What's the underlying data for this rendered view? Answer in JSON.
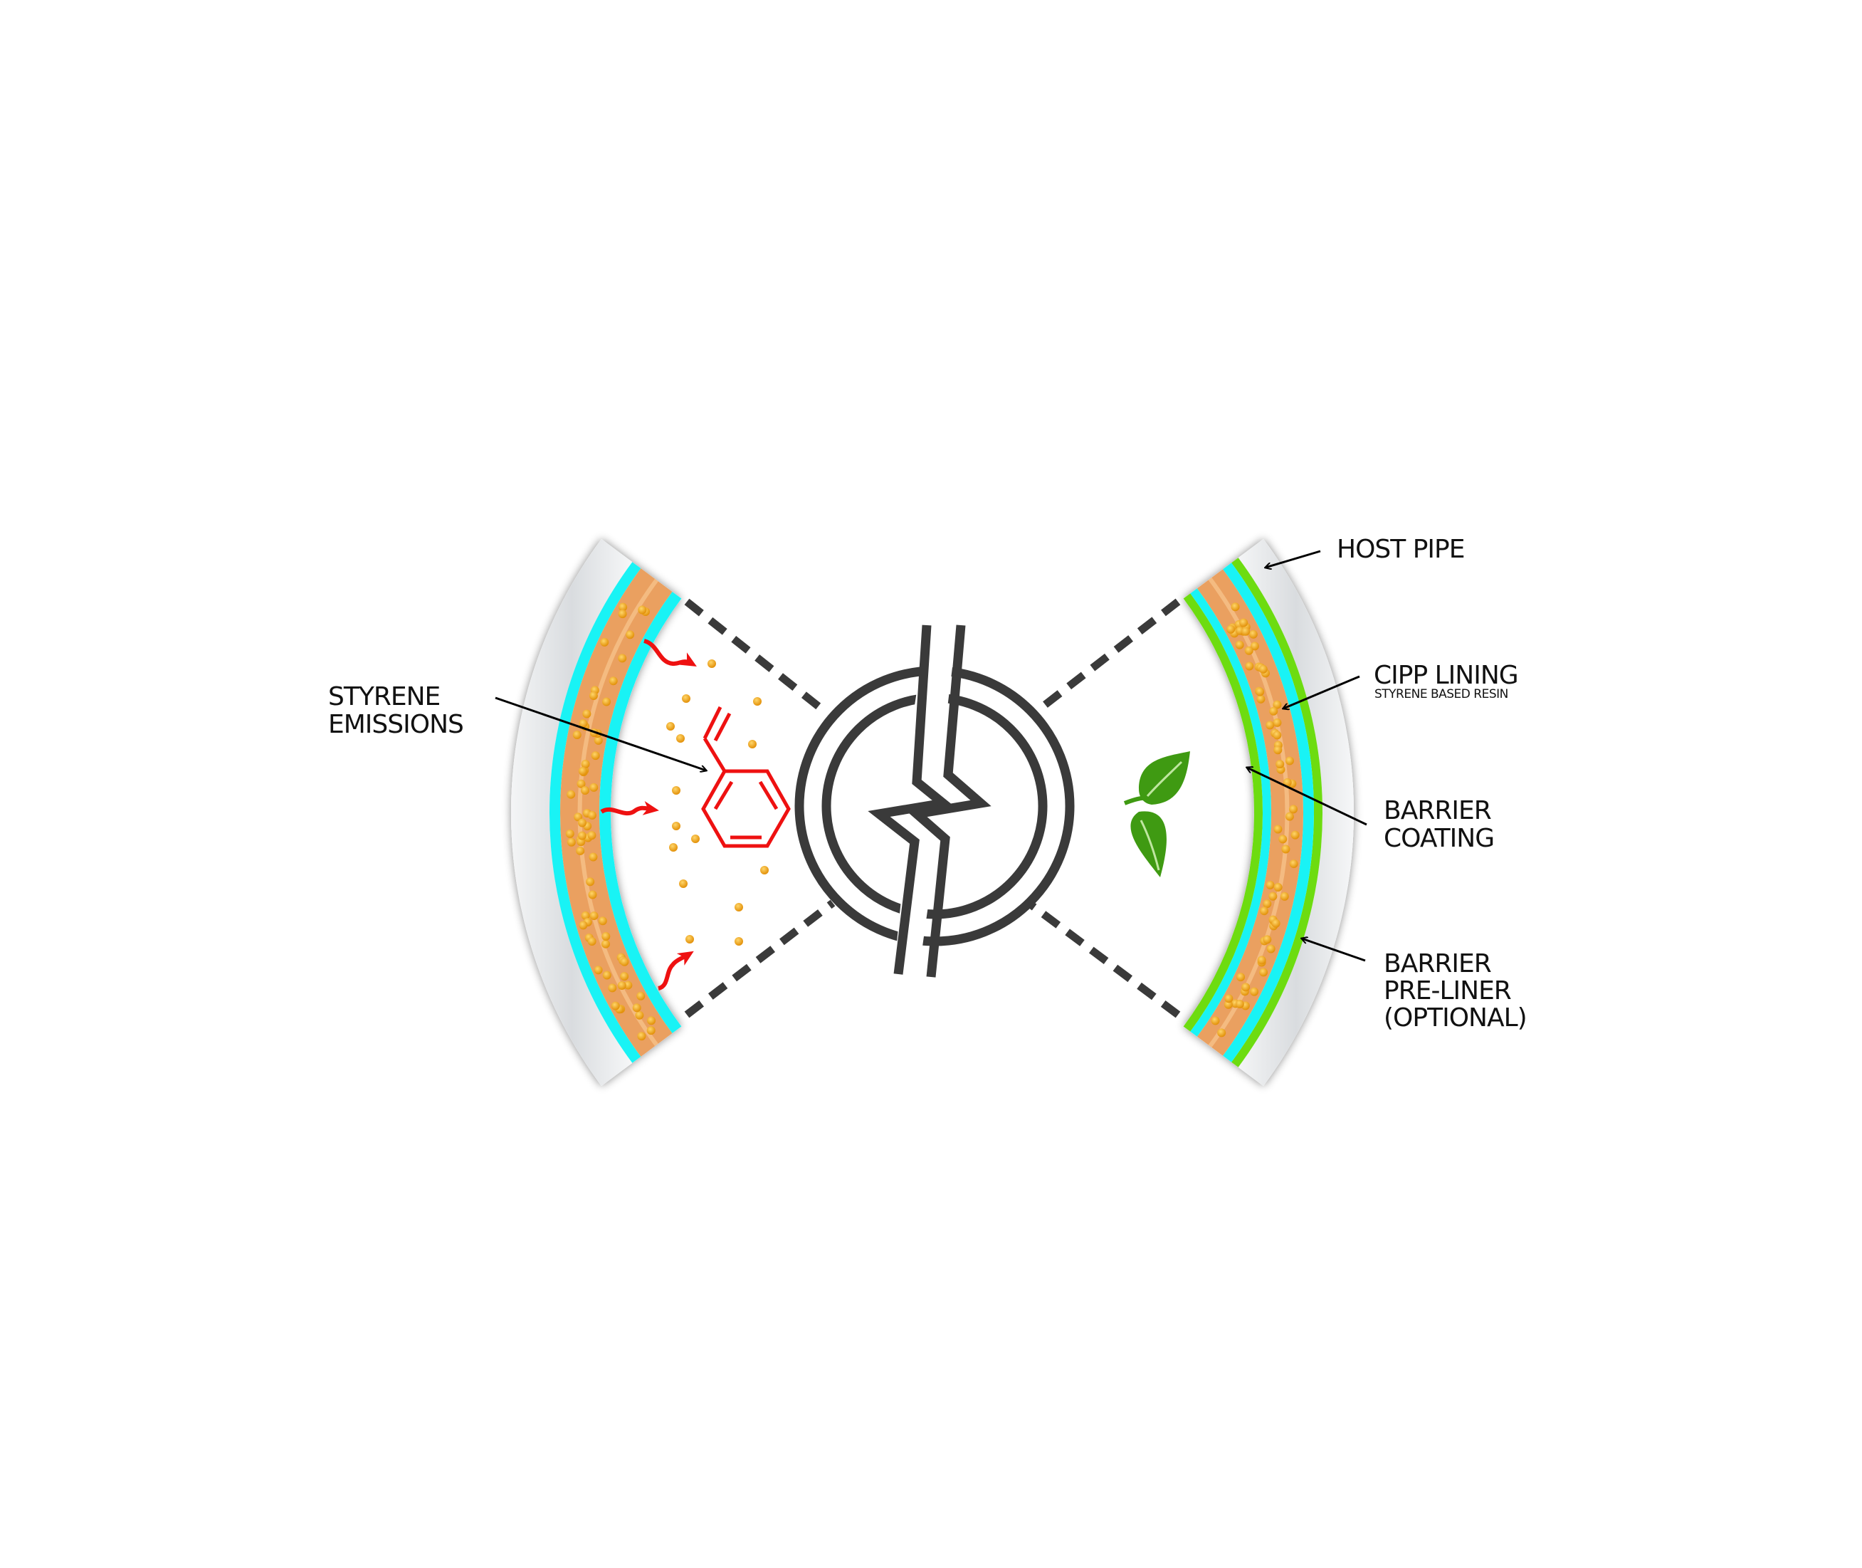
{
  "labels": {
    "styrene_emissions": [
      "STYRENE",
      "EMISSIONS"
    ],
    "host_pipe": "HOST PIPE",
    "cipp_lining": "CIPP LINING",
    "cipp_lining_sub": "STYRENE BASED RESIN",
    "barrier_coating": [
      "BARRIER",
      "COATING"
    ],
    "barrier_pre_liner": [
      "BARRIER",
      "PRE-LINER",
      "(OPTIONAL)"
    ]
  },
  "colors": {
    "host_pipe": "#e6e8ea",
    "cipp_resin": "#eaa060",
    "barrier_coating": "#19f3f5",
    "pre_liner": "#6ddc10",
    "styrene": "#ee1111",
    "particles": "#f0a010",
    "symbol": "#3a3a3a",
    "leaf": "#3f9a12"
  }
}
